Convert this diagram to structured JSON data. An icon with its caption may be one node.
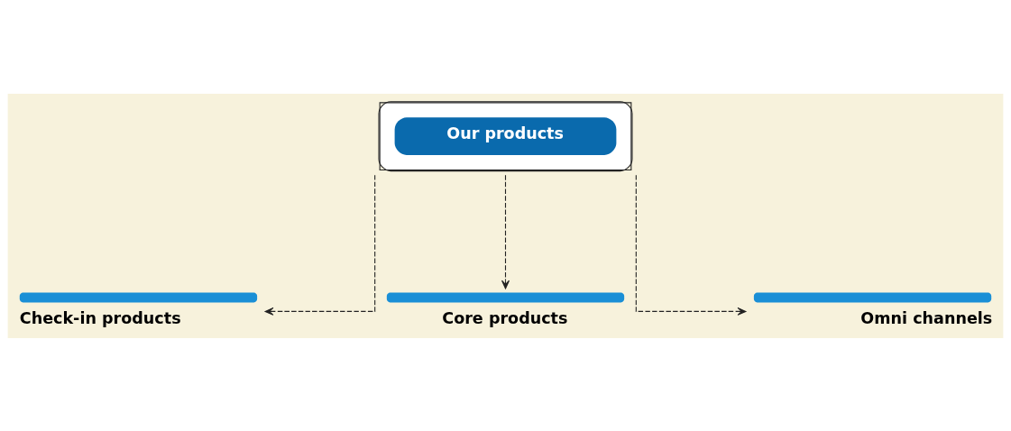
{
  "diagram": {
    "nodes": [
      {
        "text": [
          "Our products"
        ]
      },
      {
        "text": [
          "Check-in products"
        ]
      },
      {
        "text": [
          "Core products"
        ]
      },
      {
        "text": [
          "Omni channels"
        ]
      }
    ],
    "edges": [
      {
        "from": 0,
        "to": 1,
        "arrow": "to",
        "style": "dashed"
      },
      {
        "from": 0,
        "to": 2,
        "arrow": "to",
        "style": "dashed"
      },
      {
        "from": 0,
        "to": 3,
        "arrow": "to",
        "style": "dashed"
      }
    ]
  }
}
